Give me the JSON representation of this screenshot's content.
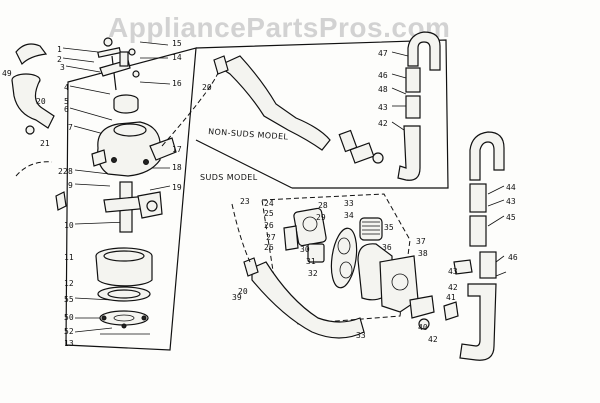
{
  "watermark": "AppliancePartsPros.com",
  "captions": {
    "non_suds": "NON-SUDS MODEL",
    "suds": "SUDS MODEL"
  },
  "callouts": [
    "1",
    "2",
    "3",
    "4",
    "5",
    "6",
    "7",
    "8",
    "9",
    "10",
    "11",
    "12",
    "13",
    "14",
    "15",
    "16",
    "17",
    "18",
    "19",
    "20",
    "21",
    "22",
    "23",
    "24",
    "25",
    "26",
    "27",
    "28",
    "29",
    "30",
    "31",
    "32",
    "33",
    "34",
    "35",
    "36",
    "37",
    "38",
    "39",
    "40",
    "41",
    "42",
    "43",
    "44",
    "45",
    "46",
    "47",
    "48",
    "49",
    "50",
    "52",
    "55"
  ],
  "labels": {
    "l1": "1",
    "l2": "2",
    "l3": "3",
    "l4": "4",
    "l5": "5",
    "l6": "6",
    "l7": "7",
    "l8": "8",
    "l9": "9",
    "l10": "10",
    "l11": "11",
    "l12": "12",
    "l13": "13",
    "l14": "14",
    "l15": "15",
    "l16": "16",
    "l17": "17",
    "l18": "18",
    "l19": "19",
    "l20a": "20",
    "l20b": "20",
    "l20c": "20",
    "l21": "21",
    "l22": "22",
    "l23": "23",
    "l24": "24",
    "l25": "25",
    "l26a": "26",
    "l26b": "26",
    "l27": "27",
    "l28": "28",
    "l29": "29",
    "l30": "30",
    "l31": "31",
    "l32": "32",
    "l33a": "33",
    "l33b": "33",
    "l34": "34",
    "l35": "35",
    "l36": "36",
    "l37": "37",
    "l38": "38",
    "l39": "39",
    "l40": "40",
    "l41": "41",
    "l42a": "42",
    "l42b": "42",
    "l42c": "42",
    "l43a": "43",
    "l43b": "43",
    "l43c": "43",
    "l44": "44",
    "l45": "45",
    "l46a": "46",
    "l46b": "46",
    "l47": "47",
    "l48": "48",
    "l49": "49",
    "l50": "50",
    "l52": "52",
    "l55": "55"
  }
}
